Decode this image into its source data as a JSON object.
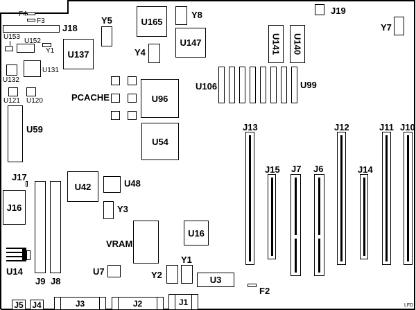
{
  "title": "Motherboard Component Layout",
  "components": {
    "F4": "F4",
    "F3": "F3",
    "J18": "J18",
    "U153": "U153",
    "U152": "U152",
    "Y1a": "Y1",
    "U137": "U137",
    "U132": "U132",
    "U131": "U131",
    "U121": "U121",
    "U120": "U120",
    "U59": "U59",
    "Y5": "Y5",
    "U165": "U165",
    "Y8": "Y8",
    "Y4": "Y4",
    "U147": "U147",
    "PCACHE": "PCACHE",
    "U96": "U96",
    "U54": "U54",
    "U141": "U141",
    "U140": "U140",
    "U106": "U106",
    "U99": "U99",
    "J19": "J19",
    "Y7": "Y7",
    "J13": "J13",
    "J15": "J15",
    "J7": "J7",
    "J6": "J6",
    "J12": "J12",
    "J14": "J14",
    "J11": "J11",
    "J10": "J10",
    "J17": "J17",
    "J16": "J16",
    "U42": "U42",
    "U48": "U48",
    "Y3": "Y3",
    "VRAM": "VRAM",
    "U16": "U16",
    "U14": "U14",
    "J9": "J9",
    "J8": "J8",
    "U7": "U7",
    "Y2": "Y2",
    "Y1b": "Y1",
    "U3": "U3",
    "F2": "F2",
    "J5": "J5",
    "J4": "J4",
    "J3": "J3",
    "J2": "J2",
    "J1": "J1",
    "LFD": "LFD"
  }
}
